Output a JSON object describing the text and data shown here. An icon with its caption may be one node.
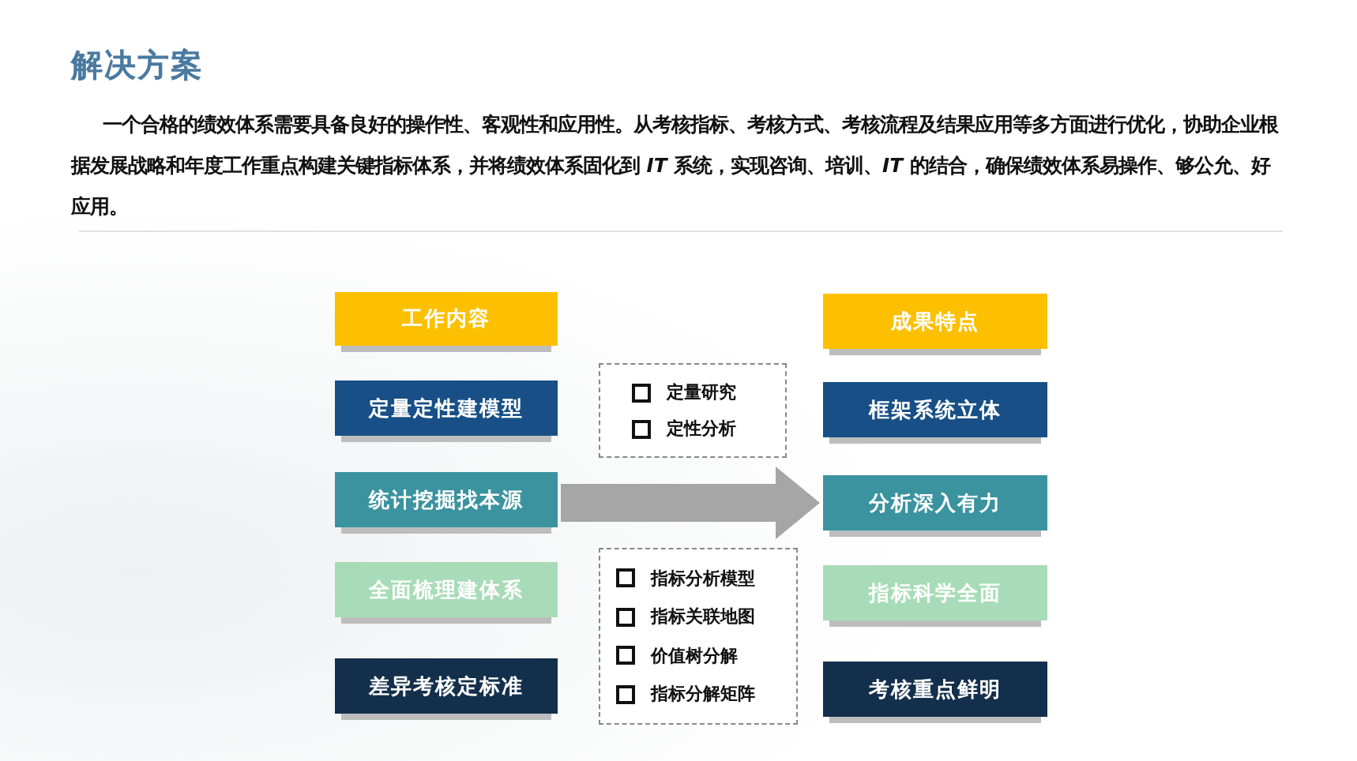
{
  "diagram": {
    "title": "解决方案",
    "nodes": [
      {
        "text": [
          "工作内容"
        ]
      },
      {
        "text": [
          "定量定性建模型"
        ]
      },
      {
        "text": [
          "统计挖掘找本源"
        ]
      },
      {
        "text": [
          "全面梳理建体系"
        ]
      },
      {
        "text": [
          "差异考核定标准"
        ]
      },
      {
        "text": [
          "定量研究",
          "定性分析"
        ]
      },
      {
        "text": [
          "指标分析模型",
          "指标关联地图",
          "价值树分解",
          "指标分解矩阵"
        ]
      },
      {
        "text": [
          "成果特点"
        ]
      },
      {
        "text": [
          "框架系统立体"
        ]
      },
      {
        "text": [
          "分析深入有力"
        ]
      },
      {
        "text": [
          "指标科学全面"
        ]
      },
      {
        "text": [
          "考核重点鲜明"
        ]
      }
    ],
    "edges": [
      {
        "from": 2,
        "to": 9,
        "arrow": "to"
      }
    ],
    "labels": [
      "一个合格的绩效体系需要具备良好的操作性、客观性和应用性。从考核指标、考核方式、考核流程及结果应用等多方面进行优化，协助企业根据发展战略和年度工作重点构建关键指标体系，并将绩效体系固化到 *IT* 系统，实现咨询、培训、*IT* 的结合，确保绩效体系易操作、够公允、好应用。"
    ]
  }
}
